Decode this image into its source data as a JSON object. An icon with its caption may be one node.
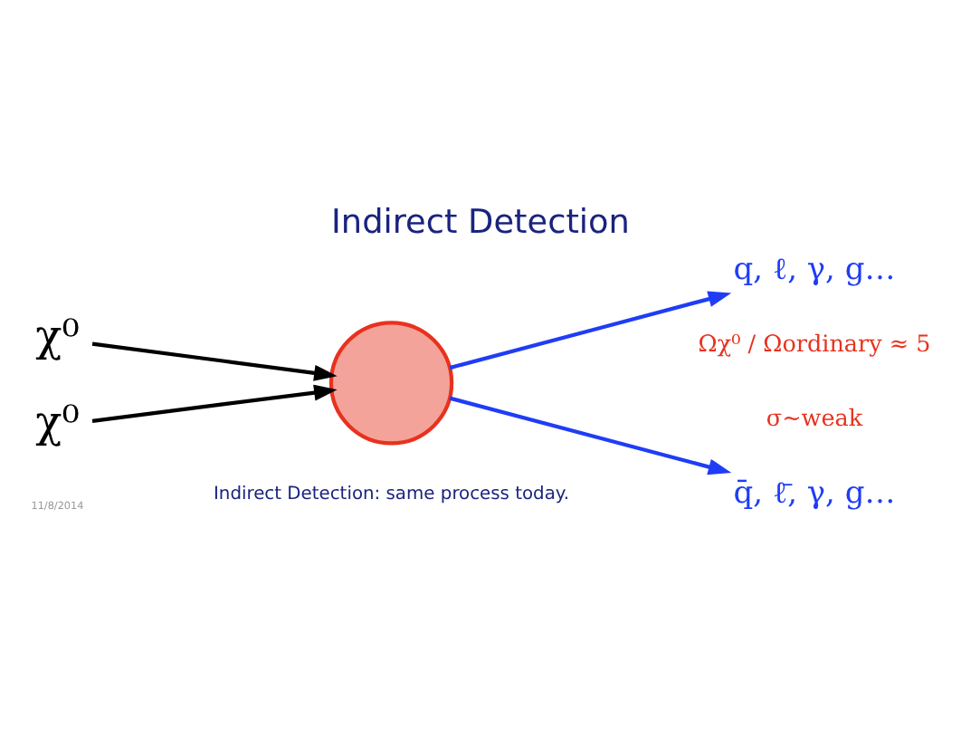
{
  "diagram": {
    "title": "Indirect Detection",
    "caption": "Indirect Detection: same process today.",
    "nodes": [
      {
        "text": [
          "χ⁰"
        ]
      },
      {
        "text": [
          "χ⁰"
        ]
      },
      {
        "text": [],
        "shape": "circle"
      },
      {
        "text": [
          "q, ℓ, γ, g…"
        ]
      },
      {
        "text": [
          "q̄, ℓ̄, γ, g…"
        ]
      }
    ],
    "edges": [
      {
        "from": 0,
        "to": 2,
        "arrow": "to",
        "color": "#000000"
      },
      {
        "from": 1,
        "to": 2,
        "arrow": "to",
        "color": "#000000"
      },
      {
        "from": 2,
        "to": 3,
        "arrow": "to",
        "color": "#1f3df5"
      },
      {
        "from": 2,
        "to": 4,
        "arrow": "to",
        "color": "#1f3df5"
      }
    ],
    "labels": [
      "Ωχ⁰ / Ωordinary ≈ 5",
      "σ∼weak",
      "11/8/2014"
    ]
  }
}
